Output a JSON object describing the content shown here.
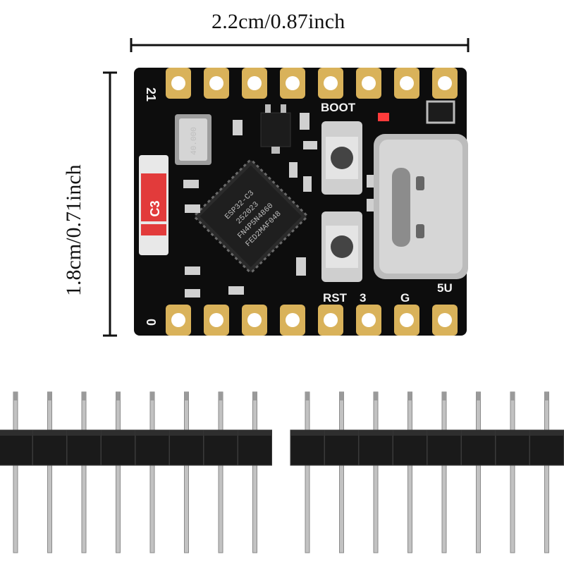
{
  "dimensions": {
    "width_label": "2.2cm/0.87inch",
    "height_label": "1.8cm/0.71inch"
  },
  "board": {
    "colors": {
      "pcb": "#0d0d0d",
      "pad": "#d9b25a",
      "antenna": "#e23b3b",
      "usb": "#c8c8c8"
    },
    "pin_labels": {
      "top_left": "21",
      "bottom_left": "0",
      "boot": "BOOT",
      "rst": "RST",
      "gnd": "G",
      "five_v": "5U",
      "three": "3"
    },
    "antenna_label": "C3",
    "crystal_text": "40.000",
    "chip_text": [
      "ESP32-C3",
      "252023",
      "FN4P5N4860",
      "FED2MAF048"
    ]
  },
  "headers": {
    "left_pin_count": 8,
    "right_pin_count": 8
  }
}
